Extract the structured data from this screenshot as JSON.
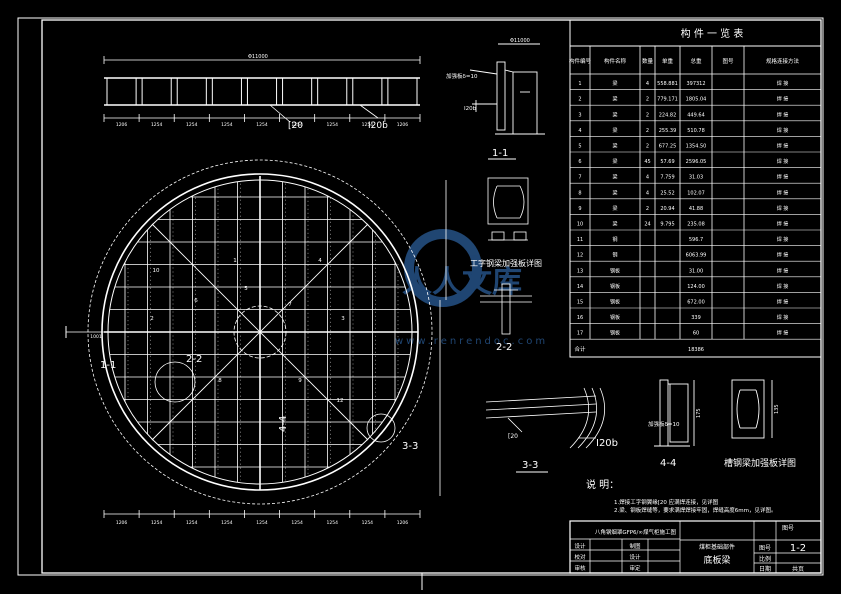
{
  "colors": {
    "background": "#000000",
    "line": "#ffffff",
    "watermark": "#3a7fd0"
  },
  "top_view": {
    "overall_dim": "Φ11000",
    "bottom_dims": [
      "1206",
      "1254",
      "1254",
      "1254",
      "1254",
      "1254",
      "1254",
      "1254",
      "1206"
    ],
    "channel_label": "[20",
    "ibeam_label": "I20b"
  },
  "section_1_1": {
    "title": "1-1",
    "top_dim": "Φ11000",
    "plate_label": "加强板δ=10",
    "ibeam_label": "I20b"
  },
  "joint_detail": {
    "title": "工字钢梁加强板详图",
    "section_title": "2-2"
  },
  "plan": {
    "item_labels": [
      "1",
      "2",
      "3",
      "4",
      "5",
      "6",
      "7",
      "8",
      "9",
      "10",
      "12"
    ],
    "dim_labels": [
      "1001",
      "2-2",
      "3-3",
      "4-4",
      "1-1"
    ],
    "section_labels": [
      "2-2",
      "3-3",
      "1-1",
      "4-4"
    ]
  },
  "details": {
    "section_3_3": {
      "title": "3-3",
      "label_a": "[20",
      "label_b": "I20b"
    },
    "section_4_4": {
      "title": "4-4",
      "plate_label": "加强板δ=10",
      "dim": "175"
    },
    "beam_detail": {
      "title": "槽钢梁加强板详图",
      "dim": "135"
    }
  },
  "notes": {
    "title": "说 明：",
    "lines": [
      "1.焊接工字钢翼缘[20 应满焊连接，见详图",
      "2.梁、钢板焊缝等，要求满焊焊接牢固，焊缝高度6mm，见详图。"
    ]
  },
  "parts_table": {
    "title": "构 件 一 览 表",
    "headers": [
      "构件编号",
      "构件名称",
      "数量",
      "单重",
      "总重",
      "图号",
      "规格连接方法"
    ],
    "rows": [
      [
        "1",
        "梁",
        "4",
        "558.881",
        "397312",
        "",
        "焊 接"
      ],
      [
        "2",
        "梁",
        "2",
        "779.171",
        "1805.04",
        "",
        "焊 接"
      ],
      [
        "3",
        "梁",
        "2",
        "224.82",
        "449.64",
        "",
        "焊 接"
      ],
      [
        "4",
        "梁",
        "2",
        "255.39",
        "510.78",
        "",
        "焊 接"
      ],
      [
        "5",
        "梁",
        "2",
        "677.25",
        "1354.50",
        "",
        "焊 接"
      ],
      [
        "6",
        "梁",
        "45",
        "57.69",
        "2596.05",
        "",
        "焊 接"
      ],
      [
        "7",
        "梁",
        "4",
        "7.759",
        "31.03",
        "",
        "焊 接"
      ],
      [
        "8",
        "梁",
        "4",
        "25.52",
        "102.07",
        "",
        "焊 接"
      ],
      [
        "9",
        "梁",
        "2",
        "20.94",
        "41.88",
        "",
        "焊 接"
      ],
      [
        "10",
        "梁",
        "24",
        "9.795",
        "235.08",
        "",
        "焊 接"
      ],
      [
        "11",
        "钢",
        "",
        "",
        "596.7",
        "",
        "焊 接"
      ],
      [
        "12",
        "钢",
        "",
        "",
        "6063.99",
        "",
        "焊 接"
      ],
      [
        "13",
        "钢板",
        "",
        "",
        "31.00",
        "",
        "焊 接"
      ],
      [
        "14",
        "钢板",
        "",
        "",
        "124.00",
        "",
        "焊 接"
      ],
      [
        "15",
        "钢板",
        "",
        "",
        "672.00",
        "",
        "焊 接"
      ],
      [
        "16",
        "钢板",
        "",
        "",
        "339",
        "",
        "焊 接"
      ],
      [
        "17",
        "钢板",
        "",
        "",
        "60",
        "",
        "焊 接"
      ]
    ],
    "total_label": "合计",
    "total_value": "18386"
  },
  "title_block": {
    "project": "八角钢烟罩GFP6/∞煤气柜施工图",
    "drawing_name": "底板梁",
    "sub_name": "煤柜基础部件",
    "drawing_no_label": "图号",
    "drawing_no": "1-2",
    "sheet_label": "共页",
    "rows_left": [
      "设计",
      "校对",
      "审核"
    ],
    "rows_mid": [
      "制图",
      "设计",
      "审定"
    ],
    "scale_label": "比例",
    "date_label": "日期"
  },
  "watermark": {
    "text": "人人文库",
    "url": "www.renrendoc.com"
  }
}
